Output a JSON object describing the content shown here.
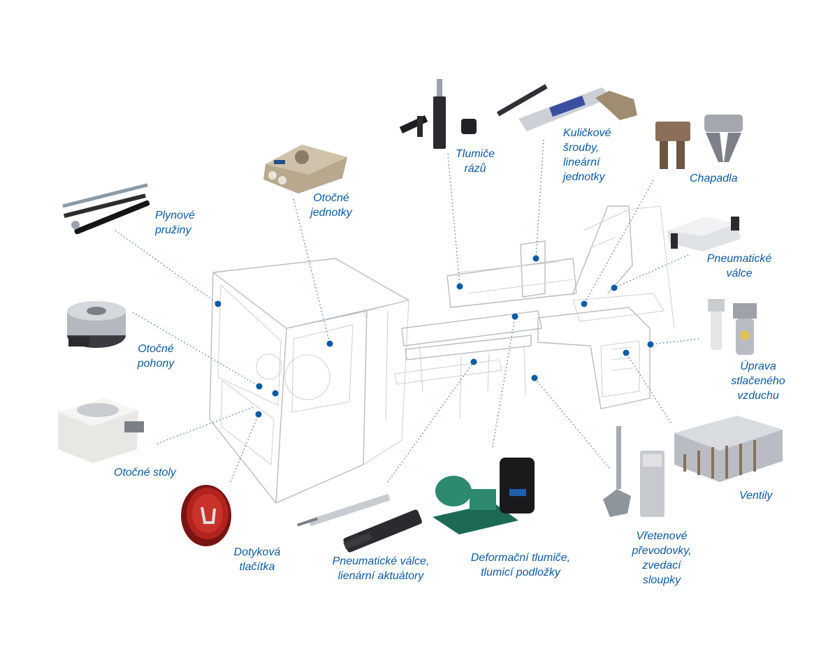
{
  "colors": {
    "label": "#0a5ba6",
    "dot": "#0a5ba6",
    "sketch": "#b9bcc0",
    "background": "#ffffff"
  },
  "components": [
    {
      "id": "plynove-pruziny",
      "label": "Plynové\npružiny",
      "icon": "gas-spring-icon"
    },
    {
      "id": "otocne-jednotky",
      "label": "Otočné\njednotky",
      "icon": "rotary-unit-icon"
    },
    {
      "id": "tlumice-razu",
      "label": "Tlumiče\nrázů",
      "icon": "shock-absorber-icon"
    },
    {
      "id": "kulickove-srouby",
      "label": "Kuličkové\nšrouby,\nlineární\njednotky",
      "icon": "linear-unit-icon"
    },
    {
      "id": "chapadla",
      "label": "Chapadla",
      "icon": "gripper-icon"
    },
    {
      "id": "pneumaticke-valce-right",
      "label": "Pneumatické\nválce",
      "icon": "pneumatic-cylinder-icon"
    },
    {
      "id": "uprava-vzduchu",
      "label": "Úprava\nstlačeného\nvzduchu",
      "icon": "air-preparation-icon"
    },
    {
      "id": "ventily",
      "label": "Ventily",
      "icon": "valve-manifold-icon"
    },
    {
      "id": "vretenove-prevodovky",
      "label": "Vřetenové\npřevodovky,\nzvedací\nsloupky",
      "icon": "screw-jack-icon"
    },
    {
      "id": "deformacni-tlumice",
      "label": "Deformační tlumiče,\ntlumicí podložky",
      "icon": "damping-pad-icon"
    },
    {
      "id": "pneumaticke-valce-bottom",
      "label": "Pneumatické válce,\nlienární aktuátory",
      "icon": "linear-actuator-icon"
    },
    {
      "id": "dotykova-tlacitka",
      "label": "Dotyková\ntlačítka",
      "icon": "touch-button-icon"
    },
    {
      "id": "otocne-stoly",
      "label": "Otočné stoly",
      "icon": "rotary-table-icon"
    },
    {
      "id": "otocne-pohony",
      "label": "Otočné\npohony",
      "icon": "rotary-drive-icon"
    }
  ]
}
